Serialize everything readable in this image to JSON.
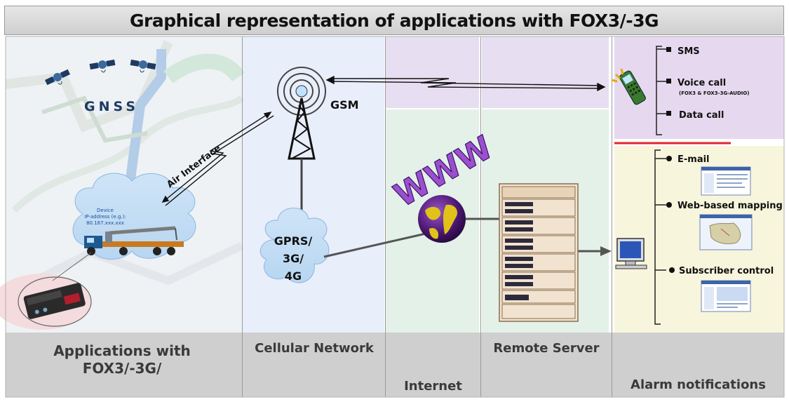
{
  "title": "Graphical representation of applications with FOX3/-3G",
  "columns": {
    "applications": "Applications with\nFOX3/-3G/",
    "cellular": "Cellular Network",
    "internet": "Internet",
    "server": "Remote Server",
    "alarm": "Alarm notifications"
  },
  "gnss_label": "GNSS",
  "air_interface_label": "Air Interface",
  "device_label": [
    "Device",
    "IP-address (e.g.):",
    "80.187.xxx.xxx"
  ],
  "gsm_label": "GSM",
  "gprs_label": [
    "GPRS/",
    "3G/",
    "4G"
  ],
  "www_label": "WWW",
  "gsm_notifications": {
    "sms": "SMS",
    "voice": "Voice call",
    "voice_note": "(FOX3 & FOX3-3G-AUDIO)",
    "data": "Data call"
  },
  "internet_notifications": {
    "email": "E-mail",
    "mapping": "Web-based mapping",
    "subscriber": "Subscriber control"
  },
  "colors": {
    "lavender": "#e6d9ef",
    "mint": "#e3f1e9",
    "pale_blue": "#e9eefb",
    "cream": "#f8f5dd",
    "gray_footer": "#cfcfcf",
    "red_divider": "#e0262c"
  }
}
